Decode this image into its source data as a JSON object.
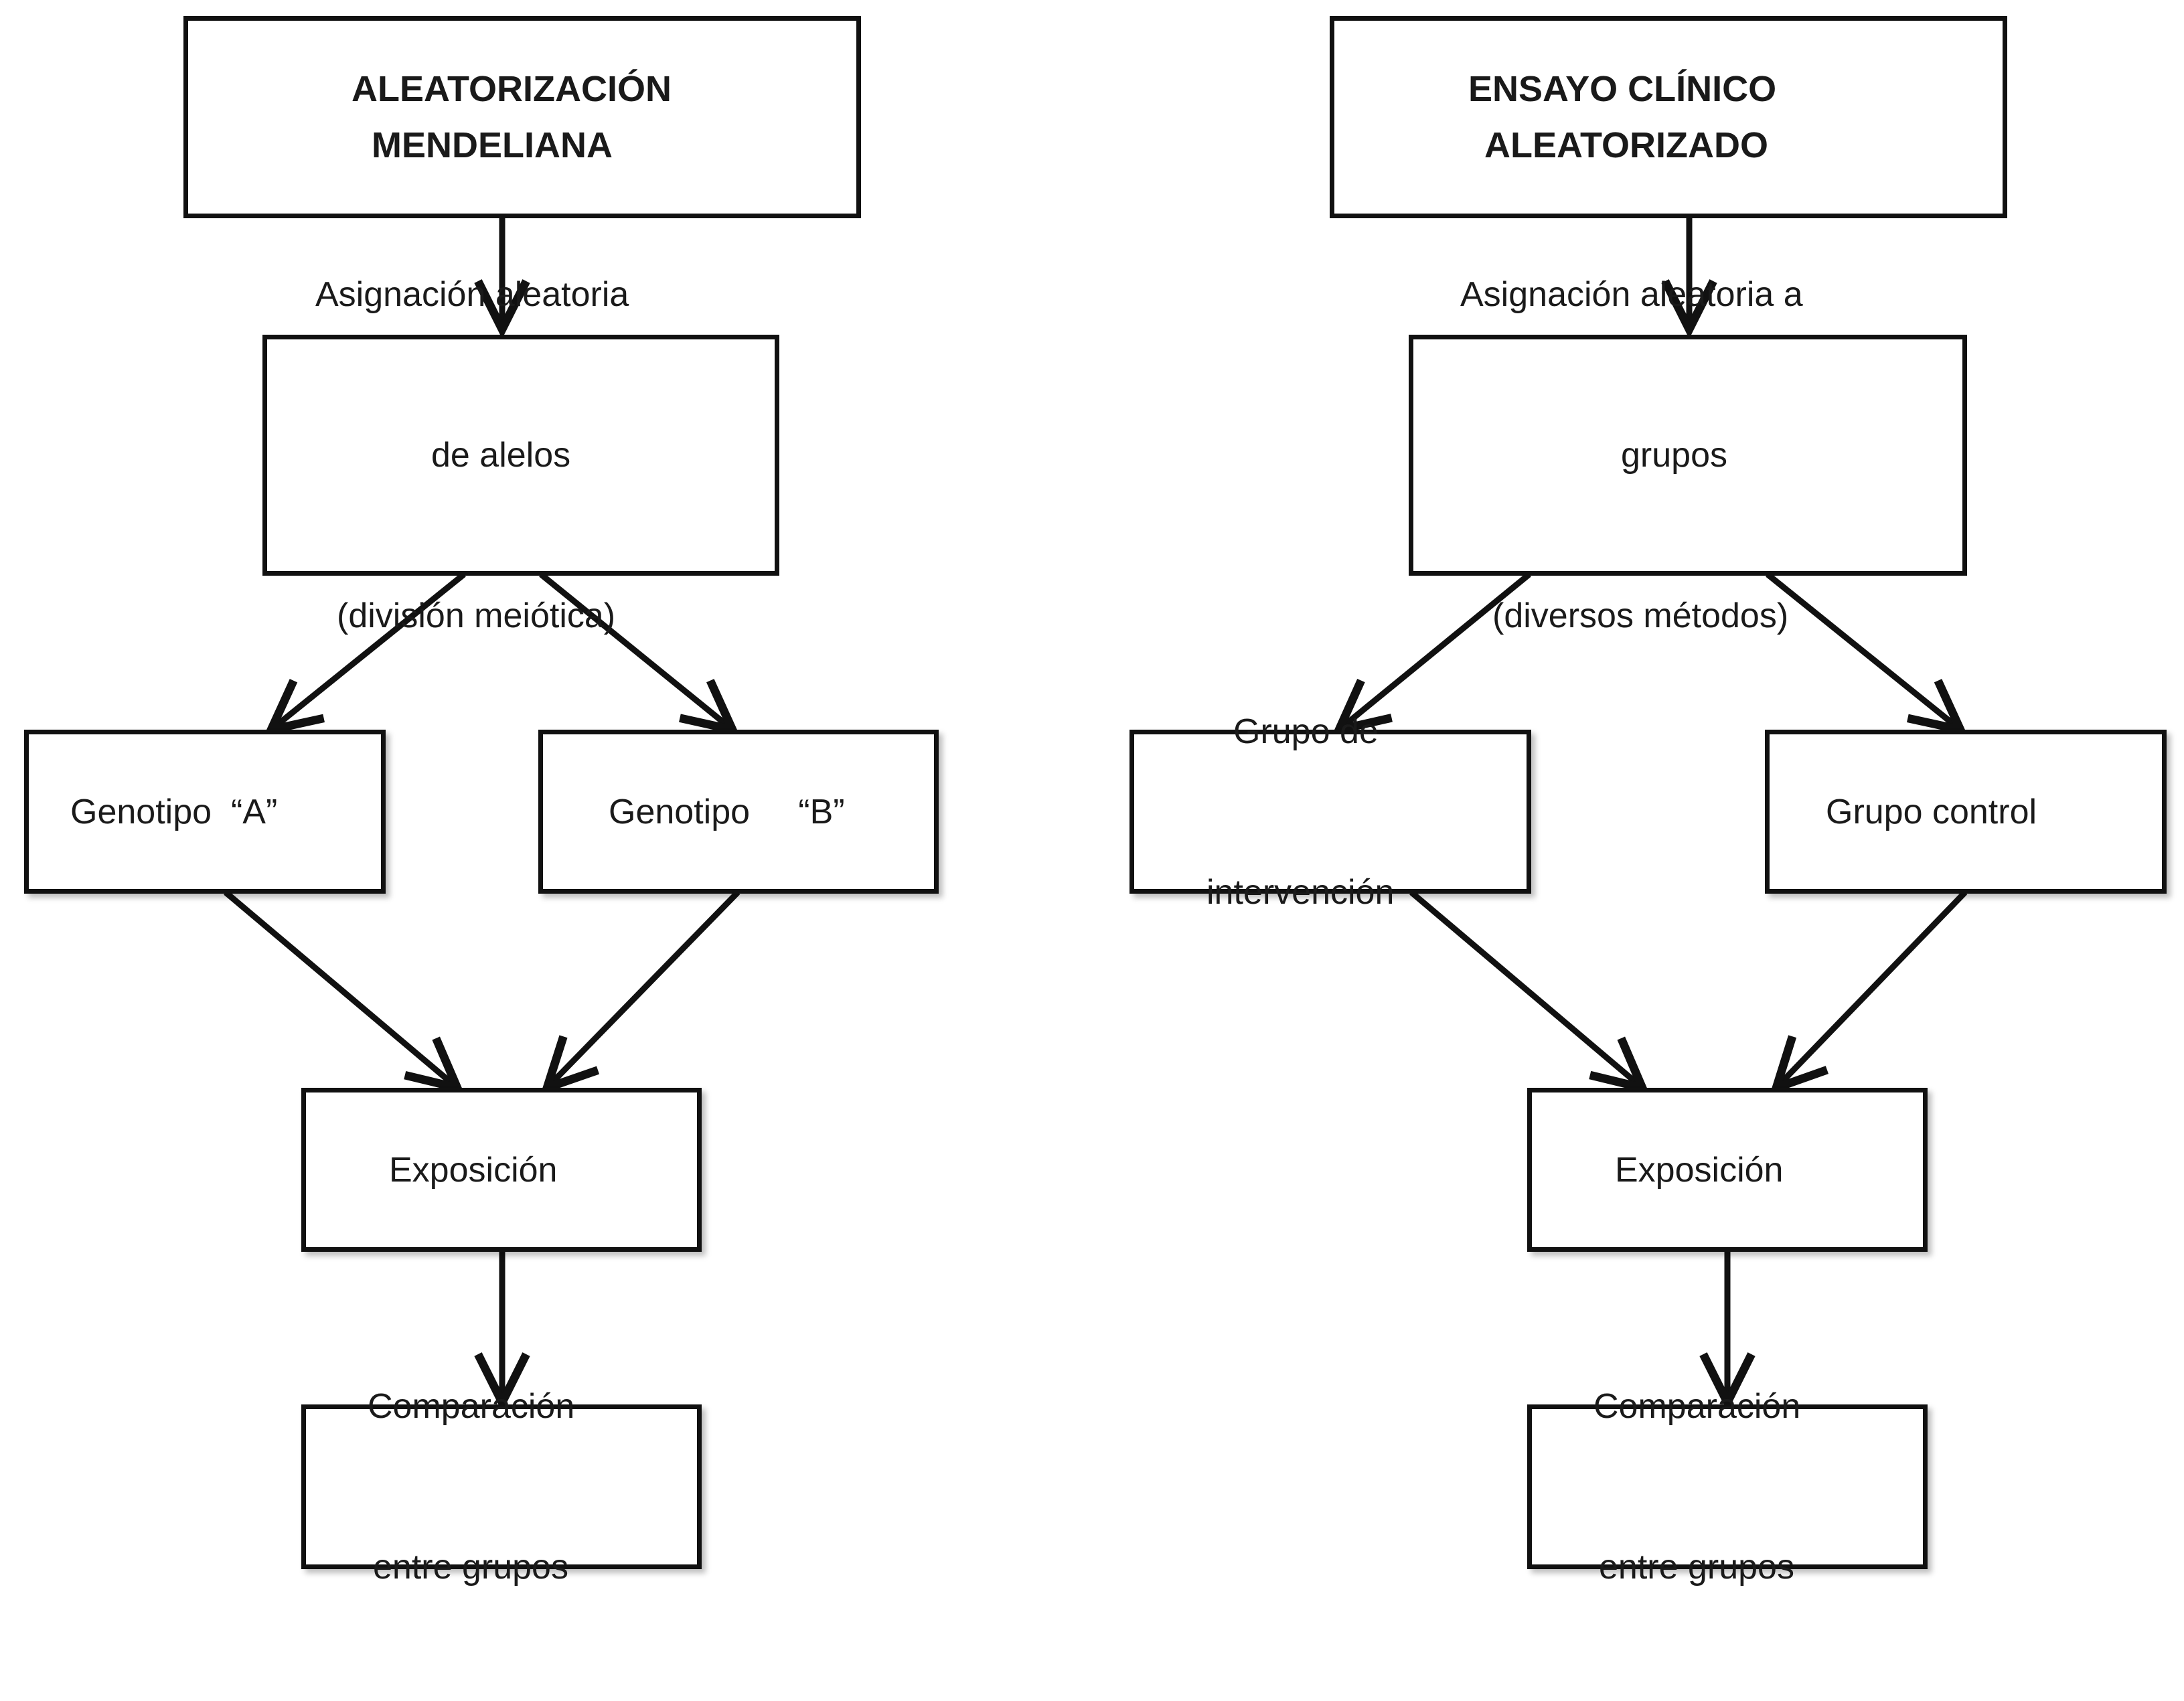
{
  "left": {
    "title": [
      "ALEATORIZACIÓN",
      "MENDELIANA"
    ],
    "assignment": [
      "Asignación aleatoria",
      "de alelos",
      "(división meiótica)"
    ],
    "group_a": "Genotipo  “A”",
    "group_b": "Genotipo     “B”",
    "exposure": "Exposición",
    "comparison": [
      "Comparación",
      "entre grupos"
    ]
  },
  "right": {
    "title": [
      "ENSAYO CLÍNICO",
      "ALEATORIZADO"
    ],
    "assignment": [
      "Asignación aleatoria a",
      "grupos",
      "(diversos métodos)"
    ],
    "group_a": [
      "Grupo de",
      "intervención"
    ],
    "group_b": "Grupo control",
    "exposure": "Exposición",
    "comparison": [
      "Comparación",
      "entre grupos"
    ]
  },
  "colors": {
    "stroke": "#111111",
    "text": "#1a1a1a",
    "background": "#ffffff"
  }
}
